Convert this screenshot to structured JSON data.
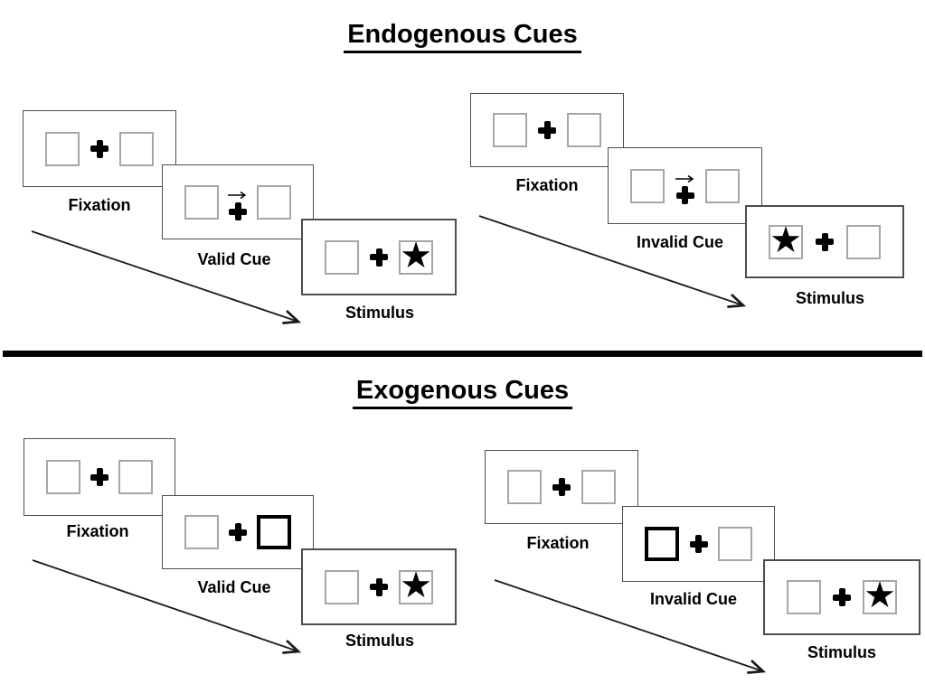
{
  "figure": {
    "sections": [
      {
        "title": "Endogenous Cues",
        "groups": [
          {
            "trial": "valid",
            "cue_type": "central-arrow",
            "cue_direction": "right",
            "star_side": "right",
            "labels": {
              "fixation": "Fixation",
              "cue": "Valid Cue",
              "stimulus": "Stimulus"
            }
          },
          {
            "trial": "invalid",
            "cue_type": "central-arrow",
            "cue_direction": "right",
            "star_side": "left",
            "labels": {
              "fixation": "Fixation",
              "cue": "Invalid Cue",
              "stimulus": "Stimulus"
            }
          }
        ]
      },
      {
        "title": "Exogenous Cues",
        "groups": [
          {
            "trial": "valid",
            "cue_type": "peripheral-box-highlight",
            "cue_side": "right",
            "star_side": "right",
            "labels": {
              "fixation": "Fixation",
              "cue": "Valid Cue",
              "stimulus": "Stimulus"
            }
          },
          {
            "trial": "invalid",
            "cue_type": "peripheral-box-highlight",
            "cue_side": "left",
            "star_side": "right",
            "labels": {
              "fixation": "Fixation",
              "cue": "Invalid Cue",
              "stimulus": "Stimulus"
            }
          }
        ]
      }
    ]
  },
  "icons": {
    "star": "★"
  },
  "colors": {
    "panel_border": "#4d4d4d",
    "box_border": "#a6a6a6",
    "ink": "#000000"
  }
}
